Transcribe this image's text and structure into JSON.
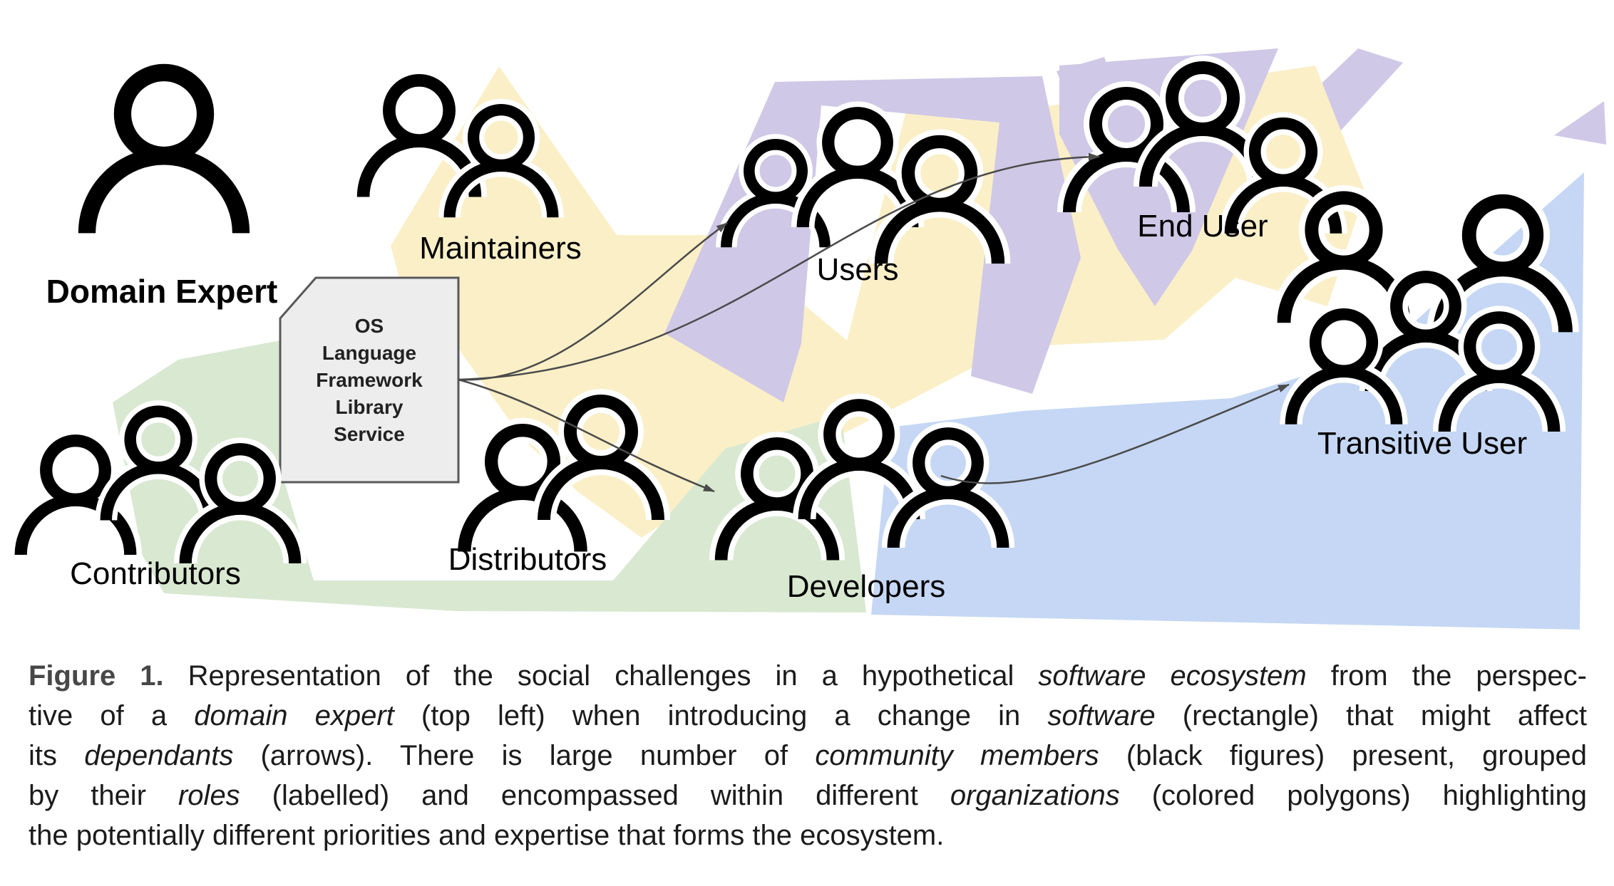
{
  "colors": {
    "yellow": "#FAEFC7",
    "purple": "#CFC8E6",
    "green": "#D9E8D1",
    "blue": "#C5D7F4",
    "doc_fill": "#EDEDEE",
    "doc_border": "#58595B",
    "arrow": "#4B4B4B",
    "figure_ink": "#000000"
  },
  "roles": {
    "domain_expert": "Domain Expert",
    "maintainers": "Maintainers",
    "users": "Users",
    "end_user": "End User",
    "contributors": "Contributors",
    "distributors": "Distributors",
    "developers": "Developers",
    "transitive_user": "Transitive User"
  },
  "software_box": {
    "lines": [
      "OS",
      "Language",
      "Framework",
      "Library",
      "Service"
    ]
  },
  "caption": {
    "lines": [
      [
        {
          "t": "Figure 1.",
          "s": "b"
        },
        {
          "t": "  Representation of the social challenges in a hypothetical "
        },
        {
          "t": "software ecosystem",
          "s": "i"
        },
        {
          "t": " from the perspec-"
        }
      ],
      [
        {
          "t": "tive of a "
        },
        {
          "t": "domain expert",
          "s": "i"
        },
        {
          "t": " (top left) when introducing a change in "
        },
        {
          "t": "software",
          "s": "i"
        },
        {
          "t": " (rectangle) that might affect"
        }
      ],
      [
        {
          "t": "its "
        },
        {
          "t": "dependants",
          "s": "i"
        },
        {
          "t": " (arrows). There is large number of "
        },
        {
          "t": "community members",
          "s": "i"
        },
        {
          "t": " (black figures) present, grouped"
        }
      ],
      [
        {
          "t": "by their "
        },
        {
          "t": "roles",
          "s": "i"
        },
        {
          "t": " (labelled) and encompassed within different "
        },
        {
          "t": "organizations",
          "s": "i"
        },
        {
          "t": " (colored polygons) highlighting"
        }
      ],
      [
        {
          "t": "the potentially different priorities and expertise that forms the ecosystem."
        }
      ]
    ]
  }
}
